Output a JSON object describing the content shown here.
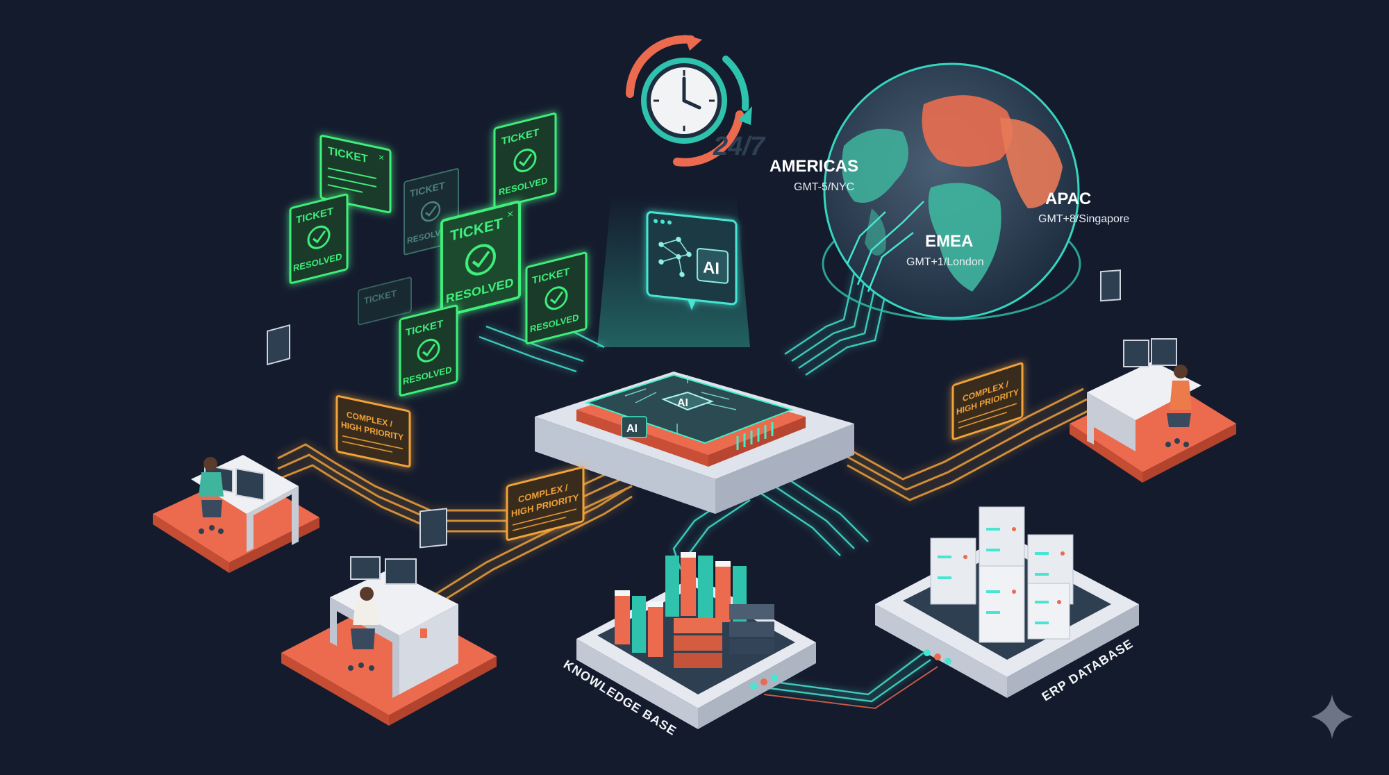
{
  "clock": {
    "label": "24/7"
  },
  "tickets": {
    "ticket_label": "TICKET",
    "resolved_label": "RESOLVED"
  },
  "hub": {
    "chip_label": "AI",
    "panel_label": "AI",
    "badge_label": "AI"
  },
  "regions": [
    {
      "name": "AMERICAS",
      "zone": "GMT-5/NYC"
    },
    {
      "name": "EMEA",
      "zone": "GMT+1/London"
    },
    {
      "name": "APAC",
      "zone": "GMT+8/Singapore"
    }
  ],
  "escalation": {
    "line1": "COMPLEX /",
    "line2": "HIGH PRIORITY"
  },
  "stores": {
    "knowledge": "KNOWLEDGE BASE",
    "erp": "ERP DATABASE"
  },
  "colors": {
    "background": "#141b2d",
    "ticket_green": "#3ef07a",
    "escalation_orange": "#f2a33a",
    "connector_teal": "#46e6d2",
    "platform_coral": "#ec6a4e"
  },
  "icons": [
    "clock-icon",
    "refresh-arrows-icon",
    "globe-icon",
    "ai-chip-icon",
    "neural-network-icon",
    "checkmark-icon",
    "server-icon",
    "book-icon",
    "agent-desk-icon",
    "sparkle-icon"
  ]
}
